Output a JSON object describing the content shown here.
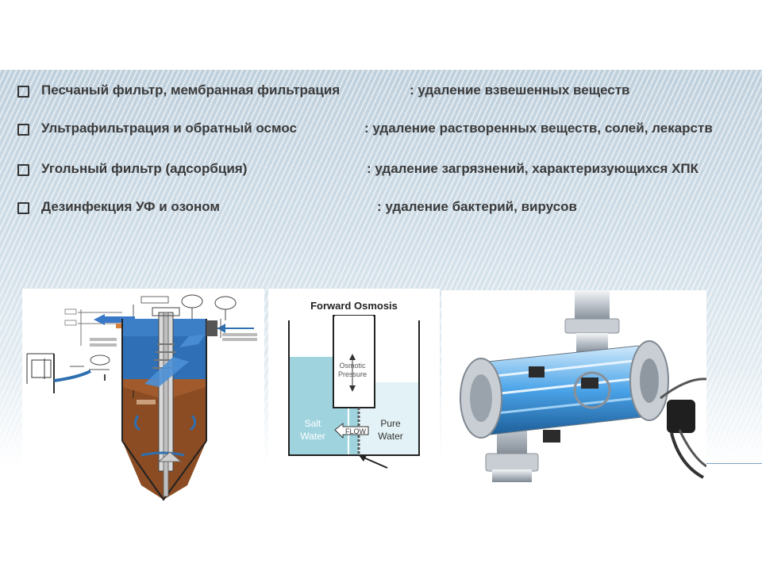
{
  "bullets": [
    {
      "left": "Песчаный фильтр, мембранная фильтрация",
      "right": ": удаление взвешенных  веществ"
    },
    {
      "left": "Ультрафильтрация и обратный осмос",
      "right": ": удаление растворенных веществ, солей, лекарств"
    },
    {
      "left": "Угольный фильтр (адсорбция)",
      "right": ": удаление загрязнений, характеризующихся ХПК"
    },
    {
      "left": "Дезинфекция УФ и озоном",
      "right": ": удаление бактерий, вирусов"
    }
  ],
  "osmosis": {
    "title": "Forward Osmosis",
    "pressure_line1": "Osmotic",
    "pressure_line2": "Pressure",
    "salt_line1": "Salt",
    "salt_line2": "Water",
    "flow": "FLOW",
    "pure_line1": "Pure",
    "pure_line2": "Water"
  },
  "colors": {
    "water": "#9fd4df",
    "sludge": "#8b4c23",
    "tank": "#2e6fb0",
    "uv": "#4aa3e8"
  }
}
